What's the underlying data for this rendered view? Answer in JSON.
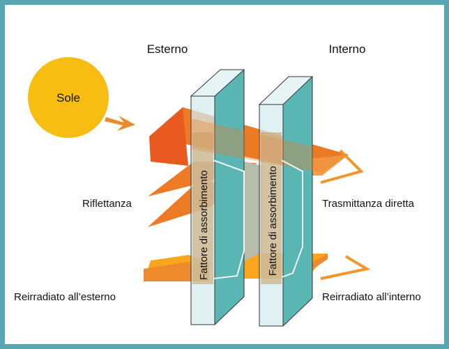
{
  "labels": {
    "outside": "Esterno",
    "inside": "Interno",
    "sun": "Sole",
    "reflectance": "Riflettanza",
    "direct_transmittance": "Trasmittanza diretta",
    "reradiated_outside": "Reirradiato all’esterno",
    "reradiated_inside": "Reirradiato all’interno",
    "absorption_factor_pane1": "Fattore di assorbimento",
    "absorption_factor_pane2": "Fattore di assorbimento"
  },
  "colors": {
    "frame": "#58a6b4",
    "sun": "#f7bd12",
    "sun_ray": "#ef8a2c",
    "beam_top": "#ec7a26",
    "beam_front": "#e85a20",
    "beam_light": "#f4a04a",
    "reradiated": "#f9a51e",
    "glass_front": "#d4ecef",
    "glass_side": "#5ab6b2",
    "glass_top": "#e6f4f5",
    "gap": "#b8bcaa",
    "transmittance": "#f0962c"
  }
}
